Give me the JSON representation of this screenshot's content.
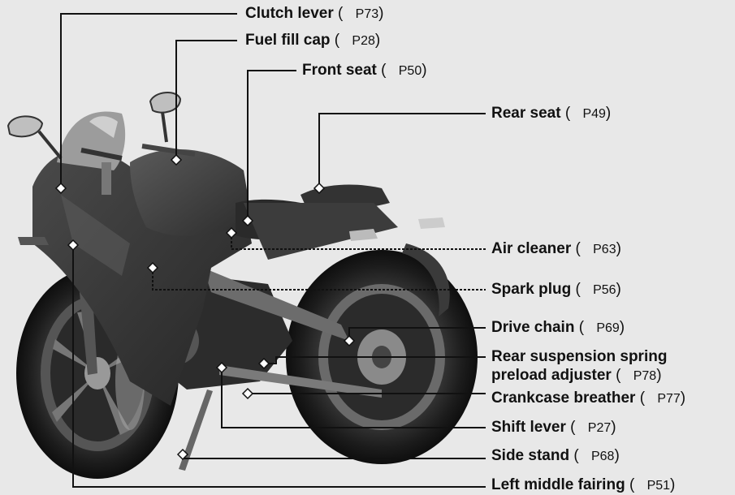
{
  "labels": [
    {
      "id": "clutch-lever",
      "name": "Clutch lever",
      "page": "P73"
    },
    {
      "id": "fuel-fill-cap",
      "name": "Fuel fill cap",
      "page": "P28"
    },
    {
      "id": "front-seat",
      "name": "Front seat",
      "page": "P50"
    },
    {
      "id": "rear-seat",
      "name": "Rear seat",
      "page": "P49"
    },
    {
      "id": "air-cleaner",
      "name": "Air cleaner",
      "page": "P63"
    },
    {
      "id": "spark-plug",
      "name": "Spark plug",
      "page": "P56"
    },
    {
      "id": "drive-chain",
      "name": "Drive chain",
      "page": "P69"
    },
    {
      "id": "rear-suspension",
      "name": "Rear suspension spring",
      "name2": "preload adjuster",
      "page": "P78"
    },
    {
      "id": "crankcase-breather",
      "name": "Crankcase breather",
      "page": "P77"
    },
    {
      "id": "shift-lever",
      "name": "Shift lever",
      "page": "P27"
    },
    {
      "id": "side-stand",
      "name": "Side stand",
      "page": "P68"
    },
    {
      "id": "left-middle-fairing",
      "name": "Left middle fairing",
      "page": "P51"
    }
  ],
  "colors": {
    "line": "#111111",
    "background": "#e8e8e8"
  }
}
